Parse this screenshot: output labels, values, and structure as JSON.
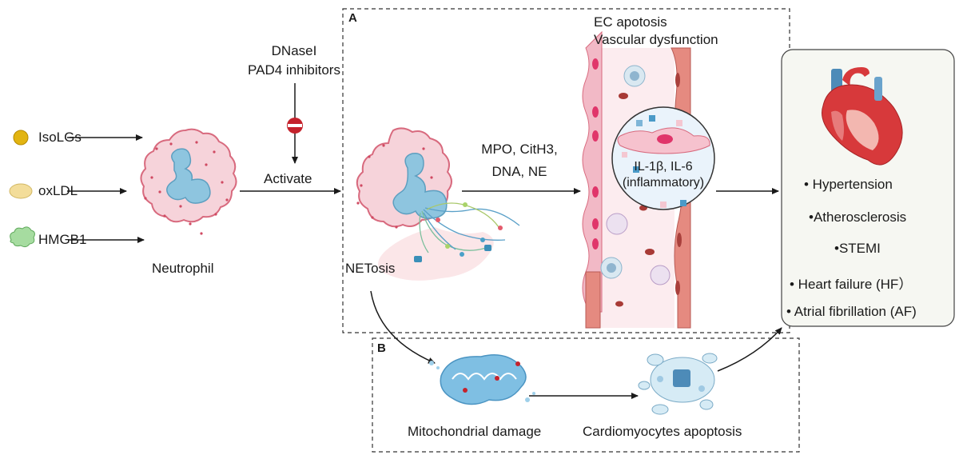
{
  "inputs": [
    {
      "label": "IsoLGs",
      "color": "#e2b411"
    },
    {
      "label": "oxLDL",
      "color": "#f3dd9a"
    },
    {
      "label": "HMGB1",
      "color": "#8fd08a"
    }
  ],
  "neutrophil_label": "Neutrophil",
  "inhibitors": {
    "line1": "DNaseI",
    "line2": "PAD4 inhibitors"
  },
  "activate_label": "Activate",
  "box_a": {
    "tag": "A",
    "netosis_label": "NETosis",
    "mediators": {
      "line1": "MPO, CitH3,",
      "line2": "DNA, NE"
    },
    "vessel_title": {
      "line1": "EC apotosis",
      "line2": "Vascular dysfunction"
    },
    "cytokines": {
      "line1": "IL-1β, IL-6",
      "line2": "(inflammatory)"
    }
  },
  "box_b": {
    "tag": "B",
    "mito_label": "Mitochondrial damage",
    "cardio_label": "Cardiomyocytes apoptosis"
  },
  "outcomes": [
    "•  Hypertension",
    "•Atherosclerosis",
    "•STEMI",
    "• Heart failure (HF）",
    "• Atrial fibrillation (AF)"
  ],
  "colors": {
    "cell_pink": "#f6d3da",
    "cell_border": "#d86a7e",
    "nucleus_blue": "#8ec5df",
    "panel_bg": "#f6f7f2",
    "heart_red": "#d7393b",
    "inhibitor_red": "#c4222c"
  }
}
